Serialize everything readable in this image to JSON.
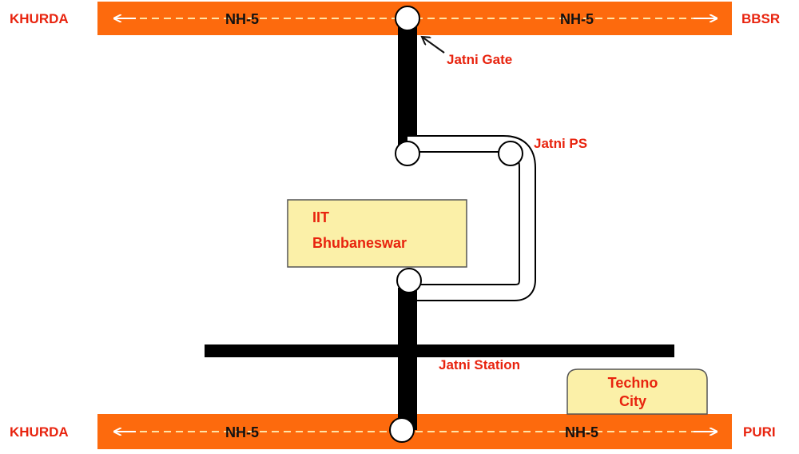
{
  "colors": {
    "highway": "#fd6a0d",
    "highway_dash": "#ffe3a6",
    "label_red": "#e8230e",
    "road_black": "#000000",
    "box_fill": "#fbf0a8"
  },
  "top_highway": {
    "left_label": "KHURDA",
    "right_label": "BBSR",
    "segment_left": "NH-5",
    "segment_right": "NH-5"
  },
  "bottom_highway": {
    "left_label": "KHURDA",
    "right_label": "PURI",
    "segment_left": "NH-5",
    "segment_right": "NH-5"
  },
  "places": {
    "jatni_gate": "Jatni Gate",
    "jatni_ps": "Jatni PS",
    "jatni_station": "Jatni Station"
  },
  "iit_box": {
    "line1": "IIT",
    "line2": "Bhubaneswar"
  },
  "techno_box": {
    "line1": "Techno",
    "line2": "City"
  }
}
